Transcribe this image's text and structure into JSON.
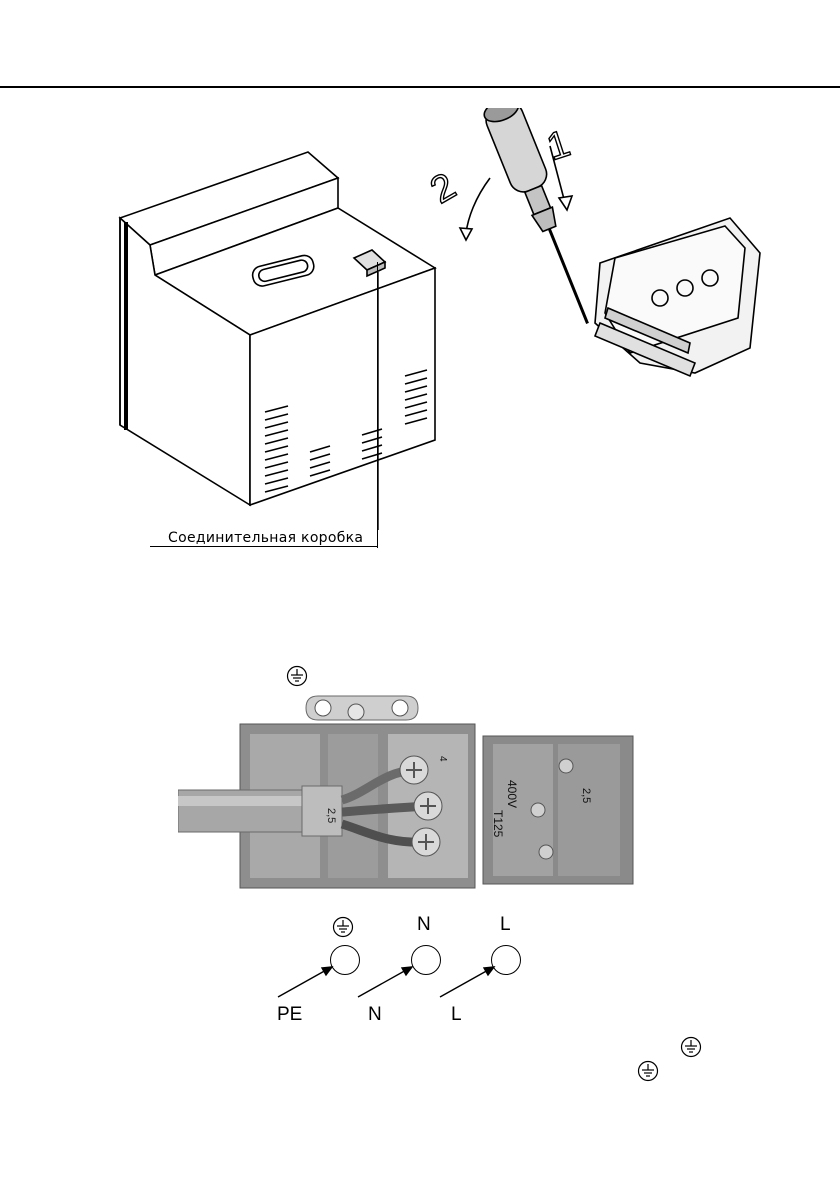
{
  "junction_box_caption": "Соединительная коробка",
  "screwdriver_steps": {
    "step1": "1",
    "step2": "2"
  },
  "terminal_block_markings": {
    "clamp_size": "2,5",
    "voltage": "400V",
    "current": "T125",
    "section": "2,5",
    "number": "4"
  },
  "terminal_top_labels": {
    "pe": "",
    "n": "N",
    "l": "L"
  },
  "terminal_bottom_labels": {
    "pe": "PE",
    "n": "N",
    "l": "L"
  },
  "icons": [
    "ground-symbol-icon",
    "ground-symbol-icon",
    "ground-symbol-icon",
    "ground-symbol-icon"
  ]
}
